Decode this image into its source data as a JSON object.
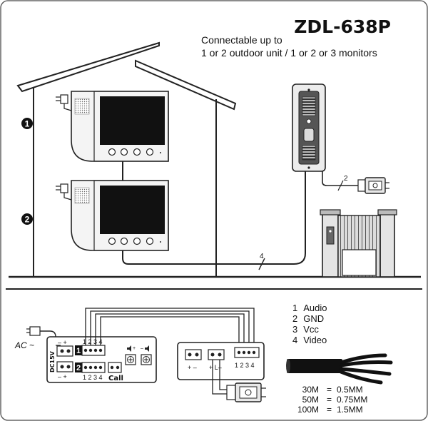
{
  "model": "ZDL-638P",
  "description": {
    "line1": "Connectable up to",
    "line2": "1 or 2 outdoor unit / 1 or 2 or 3 monitors"
  },
  "floor_markers": [
    "2",
    "1"
  ],
  "cable_counts": {
    "door_to_lock": "2",
    "main_line": "4"
  },
  "monitor_board": {
    "power_polarity": "– +",
    "power_polarity_bottom": "– +",
    "dc_label": "DC15V",
    "port1": "1",
    "port2": "2",
    "port1_pins": "1 2 3 4",
    "port2_pins": "1 2 3 4",
    "call_label": "Call"
  },
  "outdoor_board": {
    "left_terminal_polarity": "+ –",
    "lock_terminal_polarity": "+ L–",
    "pins": "1 2 3 4"
  },
  "ac_label": "AC ~",
  "wire_legend": [
    {
      "num": "1",
      "name": "Audio"
    },
    {
      "num": "2",
      "name": "GND"
    },
    {
      "num": "3",
      "name": "Vcc"
    },
    {
      "num": "4",
      "name": "Video"
    }
  ],
  "cable_specs": [
    {
      "length": "30M",
      "eq": "=",
      "gauge": "0.5MM"
    },
    {
      "length": "50M",
      "eq": "=",
      "gauge": "0.75MM"
    },
    {
      "length": "100M",
      "eq": "=",
      "gauge": "1.5MM"
    }
  ]
}
